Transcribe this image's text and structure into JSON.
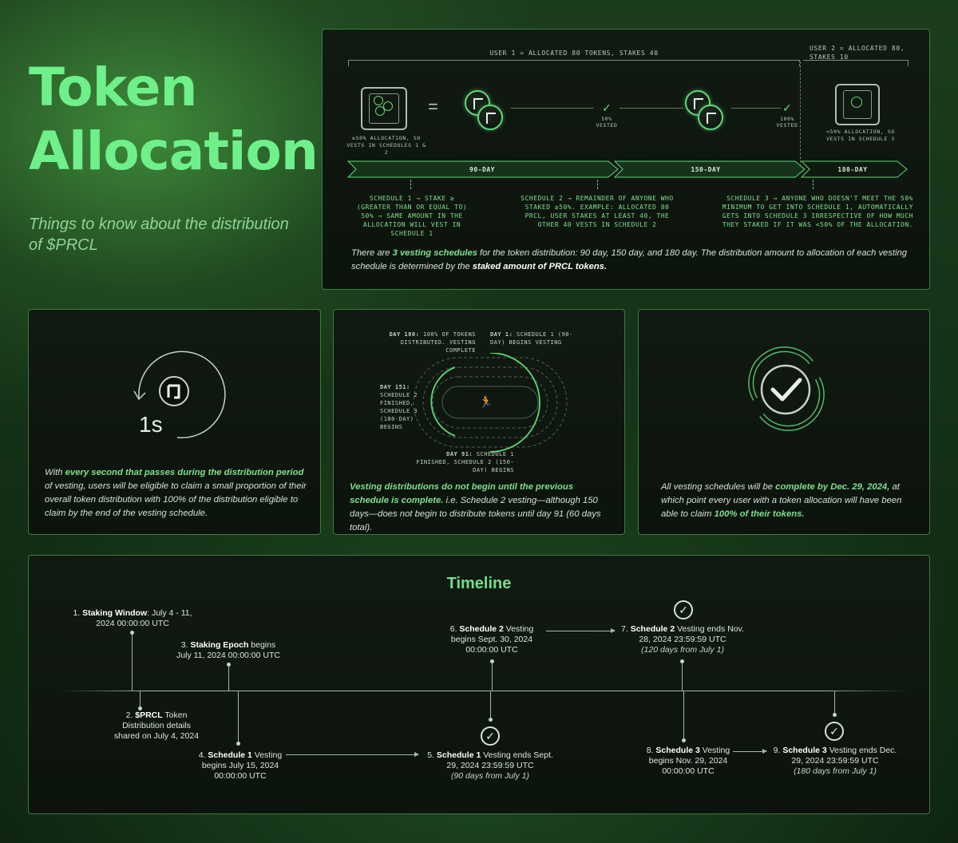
{
  "header": {
    "title_line1": "Token",
    "title_line2": "Allocation",
    "subtitle": "Things to know about the distribution of $PRCL"
  },
  "top_panel": {
    "user1_label": "USER 1 = ALLOCATED 80 TOKENS, STAKES 40",
    "user2_label": "USER 2 = ALLOCATED 80, STAKES 10",
    "safe1_caption": "≥50% ALLOCATION, SO VESTS IN SCHEDULES 1 & 2",
    "equals": "=",
    "check1_caption": "50% VESTED",
    "check2_caption": "100% VESTED",
    "safe2_caption": "<50% ALLOCATION, SO VESTS IN SCHEDULE 3",
    "band1": "90-DAY",
    "band2": "150-DAY",
    "band3": "180-DAY",
    "schedule1": "SCHEDULE 1 → STAKE ≥ (GREATER THAN OR EQUAL TO) 50% → SAME AMOUNT IN THE ALLOCATION WILL VEST IN SCHEDULE 1",
    "schedule2": "SCHEDULE 2 → REMAINDER OF ANYONE WHO STAKED ≥50%. EXAMPLE: ALLOCATED 80 PRCL, USER STAKES AT LEAST 40, THE OTHER 40 VESTS IN SCHEDULE 2",
    "schedule3": "SCHEDULE 3 → ANYONE WHO DOESN'T MEET THE 50% MINIMUM TO GET INTO SCHEDULE 1, AUTOMATICALLY GETS INTO SCHEDULE 3 IRRESPECTIVE OF HOW MUCH THEY STAKED IF IT WAS <50% OF THE ALLOCATION.",
    "desc_1": "There are ",
    "desc_b1": "3 vesting schedules",
    "desc_2": " for the token distribution: 90 day, 150 day, and 180 day. The distribution amount to allocation of each vesting schedule is determined by the ",
    "desc_b2": "staked amount of PRCL tokens."
  },
  "card1": {
    "timer_label": "1s",
    "text_1": "With ",
    "text_b": "every second that passes during the distribution period",
    "text_2": " of vesting, users will be eligible to claim a small proportion of their overall token distribution with 100% of the distribution eligible to claim by the end of the vesting schedule."
  },
  "card2": {
    "day180_b": "DAY 180:",
    "day180": " 100% OF TOKENS DISTRIBUTED. VESTING COMPLETE",
    "day1_b": "DAY 1:",
    "day1": " SCHEDULE 1 (90-DAY) BEGINS VESTING",
    "day151_b": "DAY 151:",
    "day151": " SCHEDULE 2 FINISHED, SCHEDULE 3 (180-DAY) BEGINS",
    "day91_b": "DAY 91:",
    "day91": " SCHEDULE 1 FINISHED, SCHEDULE 2 (150-DAY) BEGINS",
    "text_b": "Vesting distributions do not begin until the previous schedule is complete.",
    "text_2": " i.e. Schedule 2 vesting—although 150 days—does not begin to distribute tokens until day 91 (60 days total)."
  },
  "card3": {
    "text_1": "All vesting schedules will be ",
    "text_b1": "complete by Dec. 29, 2024,",
    "text_2": " at which point every user with a token allocation will have been able to claim ",
    "text_b2": "100% of their tokens."
  },
  "timeline": {
    "title": "Timeline",
    "events": [
      {
        "num": "1.",
        "name": "Staking Window",
        "rest": ": July 4 - 11,",
        "line2": "2024 00:00:00 UTC",
        "line3": ""
      },
      {
        "num": "2.",
        "name": "$PRCL",
        "rest": " Token",
        "line2": "Distribution details",
        "line3": "shared on July 4, 2024"
      },
      {
        "num": "3.",
        "name": "Staking Epoch",
        "rest": " begins",
        "line2": "July 11, 2024 00:00:00 UTC",
        "line3": ""
      },
      {
        "num": "4.",
        "name": "Schedule 1",
        "rest": " Vesting",
        "line2": "begins July 15, 2024",
        "line3": "00:00:00 UTC"
      },
      {
        "num": "5.",
        "name": "Schedule 1",
        "rest": " Vesting ends Sept.",
        "line2": "29, 2024 23:59:59 UTC",
        "line3": "(90 days from July 1)"
      },
      {
        "num": "6.",
        "name": "Schedule 2",
        "rest": " Vesting",
        "line2": "begins Sept. 30, 2024",
        "line3": "00:00:00 UTC"
      },
      {
        "num": "7.",
        "name": "Schedule 2",
        "rest": " Vesting ends Nov.",
        "line2": "28, 2024 23:59:59 UTC",
        "line3": "(120 days from July 1)"
      },
      {
        "num": "8.",
        "name": "Schedule 3",
        "rest": " Vesting",
        "line2": "begins Nov. 29, 2024",
        "line3": "00:00:00 UTC"
      },
      {
        "num": "9.",
        "name": "Schedule 3",
        "rest": " Vesting ends Dec.",
        "line2": "29, 2024 23:59:59 UTC",
        "line3": "(180 days from July 1)"
      }
    ]
  },
  "colors": {
    "accent": "#5fe07a",
    "panel_bg": "#0e150f",
    "border": "#3d7a3f"
  }
}
